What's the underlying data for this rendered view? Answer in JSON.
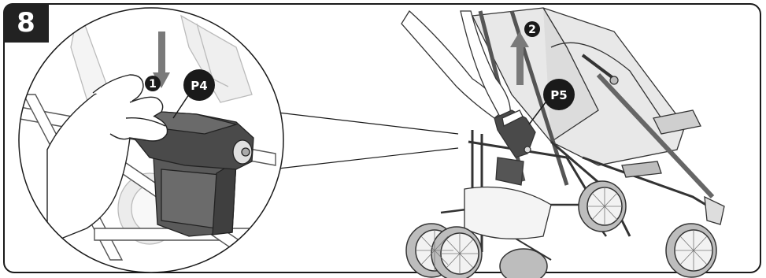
{
  "step": {
    "number": "8"
  },
  "markers": {
    "push_down": "1",
    "pull_up": "2"
  },
  "parts": {
    "left": "P4",
    "right": "P5"
  },
  "colors": {
    "badge_fill": "#222222",
    "line": "#1a1a1a",
    "stroller_fabric": "#e6e6e6",
    "bag_dark": "#555555",
    "arrow_grey": "#7a7a7a"
  },
  "icons": {
    "down_arrow": "down-arrow-icon",
    "up_arrow": "up-arrow-icon"
  }
}
